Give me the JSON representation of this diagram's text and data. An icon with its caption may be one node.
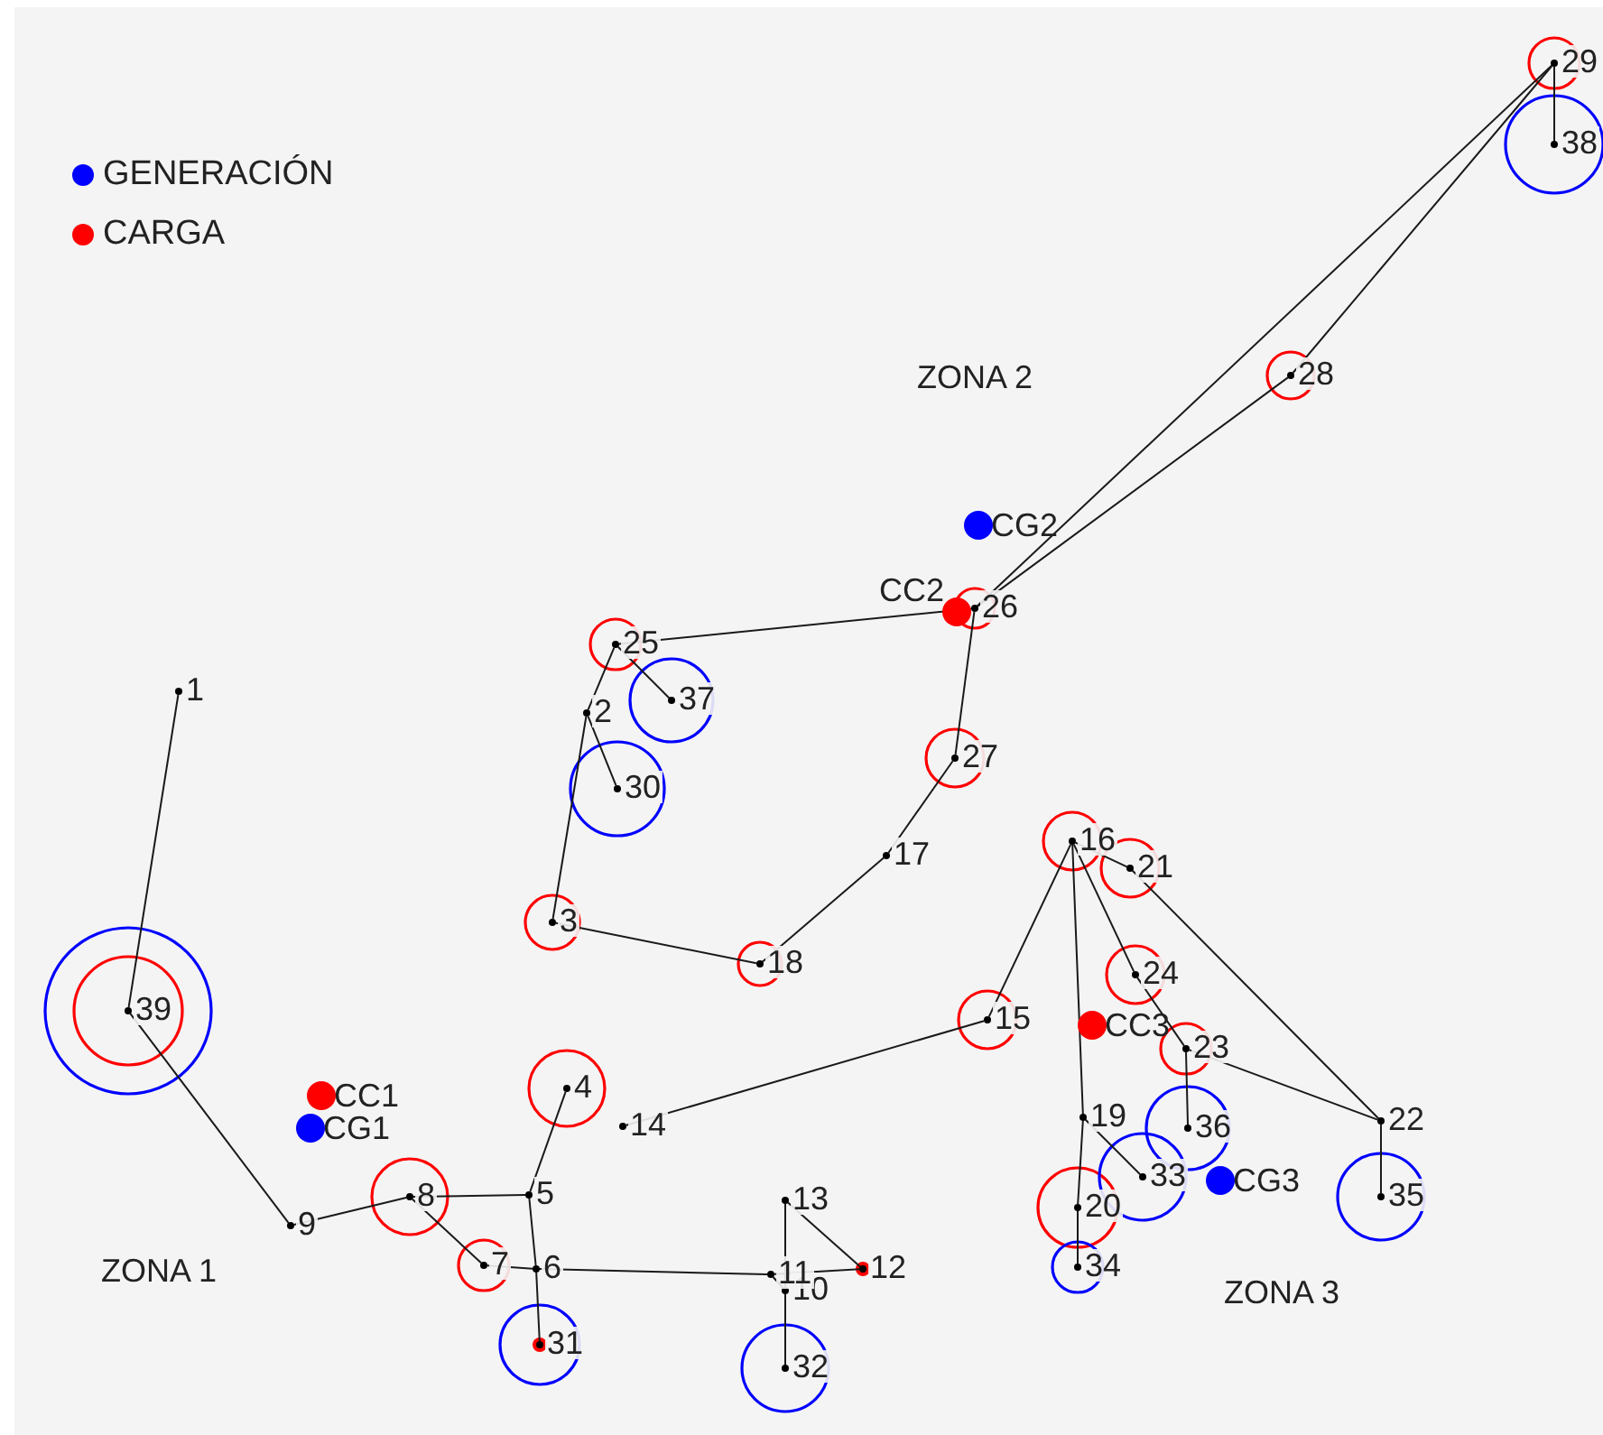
{
  "diagram": {
    "nodes": [
      {
        "text": [],
        "shape": "circle",
        "beside": [
          "1"
        ]
      },
      {
        "text": [],
        "shape": "circle",
        "beside": [
          "2"
        ]
      },
      {
        "text": [],
        "shape": "circle",
        "beside": [
          "3"
        ]
      },
      {
        "text": [],
        "shape": "circle",
        "beside": [
          "4"
        ]
      },
      {
        "text": [],
        "shape": "circle",
        "beside": [
          "5"
        ]
      },
      {
        "text": [],
        "shape": "circle",
        "beside": [
          "6"
        ]
      },
      {
        "text": [],
        "shape": "circle",
        "beside": [
          "7"
        ]
      },
      {
        "text": [],
        "shape": "circle",
        "beside": [
          "8"
        ]
      },
      {
        "text": [],
        "shape": "circle",
        "beside": [
          "9"
        ]
      },
      {
        "text": [],
        "shape": "circle",
        "beside": [
          "10"
        ]
      },
      {
        "text": [],
        "shape": "circle",
        "beside": [
          "11"
        ]
      },
      {
        "text": [],
        "shape": "circle",
        "beside": [
          "12"
        ]
      },
      {
        "text": [],
        "shape": "circle",
        "beside": [
          "13"
        ]
      },
      {
        "text": [],
        "shape": "circle",
        "beside": [
          "14"
        ]
      },
      {
        "text": [],
        "shape": "circle",
        "beside": [
          "15"
        ]
      },
      {
        "text": [],
        "shape": "circle",
        "beside": [
          "16"
        ]
      },
      {
        "text": [],
        "shape": "circle",
        "beside": [
          "17"
        ]
      },
      {
        "text": [],
        "shape": "circle",
        "beside": [
          "18"
        ]
      },
      {
        "text": [],
        "shape": "circle",
        "beside": [
          "19"
        ]
      },
      {
        "text": [],
        "shape": "circle",
        "beside": [
          "20"
        ]
      },
      {
        "text": [],
        "shape": "circle",
        "beside": [
          "21"
        ]
      },
      {
        "text": [],
        "shape": "circle",
        "beside": [
          "22"
        ]
      },
      {
        "text": [],
        "shape": "circle",
        "beside": [
          "23"
        ]
      },
      {
        "text": [],
        "shape": "circle",
        "beside": [
          "24"
        ]
      },
      {
        "text": [],
        "shape": "circle",
        "beside": [
          "25"
        ]
      },
      {
        "text": [],
        "shape": "circle",
        "beside": [
          "26"
        ]
      },
      {
        "text": [],
        "shape": "circle",
        "beside": [
          "27"
        ]
      },
      {
        "text": [],
        "shape": "circle",
        "beside": [
          "28"
        ]
      },
      {
        "text": [],
        "shape": "circle",
        "beside": [
          "29"
        ]
      },
      {
        "text": [],
        "shape": "circle",
        "beside": [
          "30"
        ]
      },
      {
        "text": [],
        "shape": "circle",
        "beside": [
          "31"
        ]
      },
      {
        "text": [],
        "shape": "circle",
        "beside": [
          "32"
        ]
      },
      {
        "text": [],
        "shape": "circle",
        "beside": [
          "33"
        ]
      },
      {
        "text": [],
        "shape": "circle",
        "beside": [
          "34"
        ]
      },
      {
        "text": [],
        "shape": "circle",
        "beside": [
          "35"
        ]
      },
      {
        "text": [],
        "shape": "circle",
        "beside": [
          "36"
        ]
      },
      {
        "text": [],
        "shape": "circle",
        "beside": [
          "37"
        ]
      },
      {
        "text": [],
        "shape": "circle",
        "beside": [
          "38"
        ]
      },
      {
        "text": [],
        "shape": "circle",
        "beside": [
          "39"
        ]
      }
    ],
    "edges": [
      {
        "from": 0,
        "to": 38,
        "arrow": "none"
      },
      {
        "from": 38,
        "to": 8,
        "arrow": "none"
      },
      {
        "from": 8,
        "to": 7,
        "arrow": "none"
      },
      {
        "from": 7,
        "to": 4,
        "arrow": "none"
      },
      {
        "from": 7,
        "to": 6,
        "arrow": "none"
      },
      {
        "from": 6,
        "to": 5,
        "arrow": "none"
      },
      {
        "from": 4,
        "to": 5,
        "arrow": "none"
      },
      {
        "from": 4,
        "to": 3,
        "arrow": "none"
      },
      {
        "from": 5,
        "to": 30,
        "arrow": "none"
      },
      {
        "from": 5,
        "to": 10,
        "arrow": "none"
      },
      {
        "from": 10,
        "to": 9,
        "arrow": "none"
      },
      {
        "from": 9,
        "to": 12,
        "arrow": "none"
      },
      {
        "from": 12,
        "to": 11,
        "arrow": "none"
      },
      {
        "from": 10,
        "to": 11,
        "arrow": "none"
      },
      {
        "from": 9,
        "to": 31,
        "arrow": "none"
      },
      {
        "from": 13,
        "to": 14,
        "arrow": "none"
      },
      {
        "from": 14,
        "to": 15,
        "arrow": "none"
      },
      {
        "from": 15,
        "to": 18,
        "arrow": "none"
      },
      {
        "from": 18,
        "to": 19,
        "arrow": "none"
      },
      {
        "from": 19,
        "to": 33,
        "arrow": "none"
      },
      {
        "from": 18,
        "to": 32,
        "arrow": "none"
      },
      {
        "from": 15,
        "to": 20,
        "arrow": "none"
      },
      {
        "from": 15,
        "to": 23,
        "arrow": "none"
      },
      {
        "from": 20,
        "to": 21,
        "arrow": "none"
      },
      {
        "from": 21,
        "to": 22,
        "arrow": "none"
      },
      {
        "from": 22,
        "to": 23,
        "arrow": "none"
      },
      {
        "from": 22,
        "to": 35,
        "arrow": "none"
      },
      {
        "from": 21,
        "to": 34,
        "arrow": "none"
      },
      {
        "from": 2,
        "to": 17,
        "arrow": "none"
      },
      {
        "from": 17,
        "to": 16,
        "arrow": "none"
      },
      {
        "from": 16,
        "to": 26,
        "arrow": "none"
      },
      {
        "from": 26,
        "to": 25,
        "arrow": "none"
      },
      {
        "from": 25,
        "to": 24,
        "arrow": "none"
      },
      {
        "from": 24,
        "to": 1,
        "arrow": "none"
      },
      {
        "from": 1,
        "to": 2,
        "arrow": "none"
      },
      {
        "from": 1,
        "to": 29,
        "arrow": "none"
      },
      {
        "from": 24,
        "to": 36,
        "arrow": "none"
      },
      {
        "from": 25,
        "to": 27,
        "arrow": "none"
      },
      {
        "from": 25,
        "to": 28,
        "arrow": "none"
      },
      {
        "from": 27,
        "to": 28,
        "arrow": "none"
      },
      {
        "from": 28,
        "to": 37,
        "arrow": "none"
      }
    ],
    "labels": [
      "ZONA 2",
      "CG2",
      "CC2",
      "CC3",
      "CC1",
      "CG1",
      "CG3",
      "ZONA 1",
      "ZONA 3"
    ],
    "legend": [
      {
        "text": "GENERACIÓN",
        "color": "#0000ff"
      },
      {
        "text": "CARGA",
        "color": "#ff0000"
      }
    ]
  }
}
